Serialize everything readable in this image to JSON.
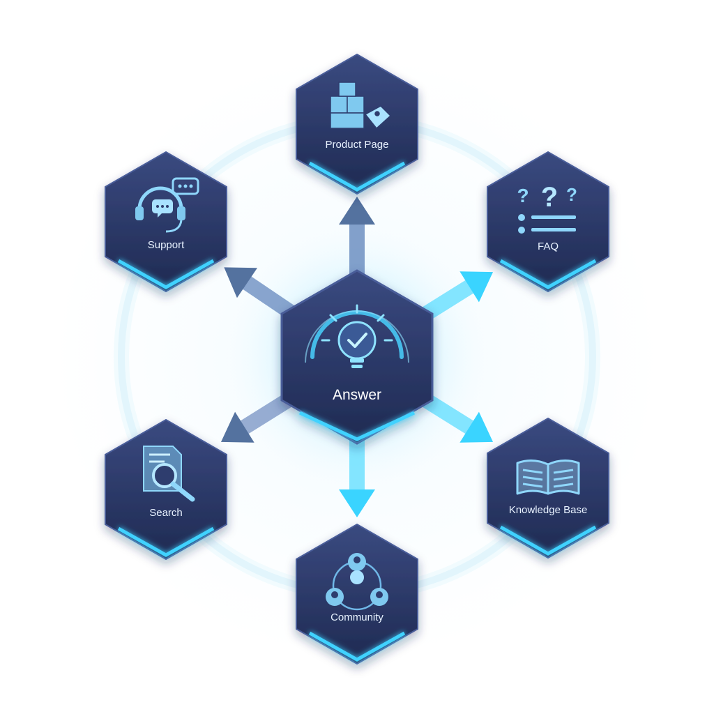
{
  "center": {
    "label": "Answer",
    "icon": "lightbulb-check-icon"
  },
  "nodes": [
    {
      "id": "product-page",
      "label": "Product Page",
      "icon": "boxes-tag-icon"
    },
    {
      "id": "faq",
      "label": "FAQ",
      "icon": "question-list-icon"
    },
    {
      "id": "knowledge-base",
      "label": "Knowledge Base",
      "icon": "open-book-icon"
    },
    {
      "id": "community",
      "label": "Community",
      "icon": "people-network-icon"
    },
    {
      "id": "search",
      "label": "Search",
      "icon": "document-search-icon"
    },
    {
      "id": "support",
      "label": "Support",
      "icon": "headset-chat-icon"
    }
  ],
  "colors": {
    "hex_fill": "#2f3d6e",
    "hex_fill_dark": "#222c55",
    "accent": "#3fd2ff",
    "ring": "#cdeefa",
    "arrow": "#7ea4d2"
  }
}
